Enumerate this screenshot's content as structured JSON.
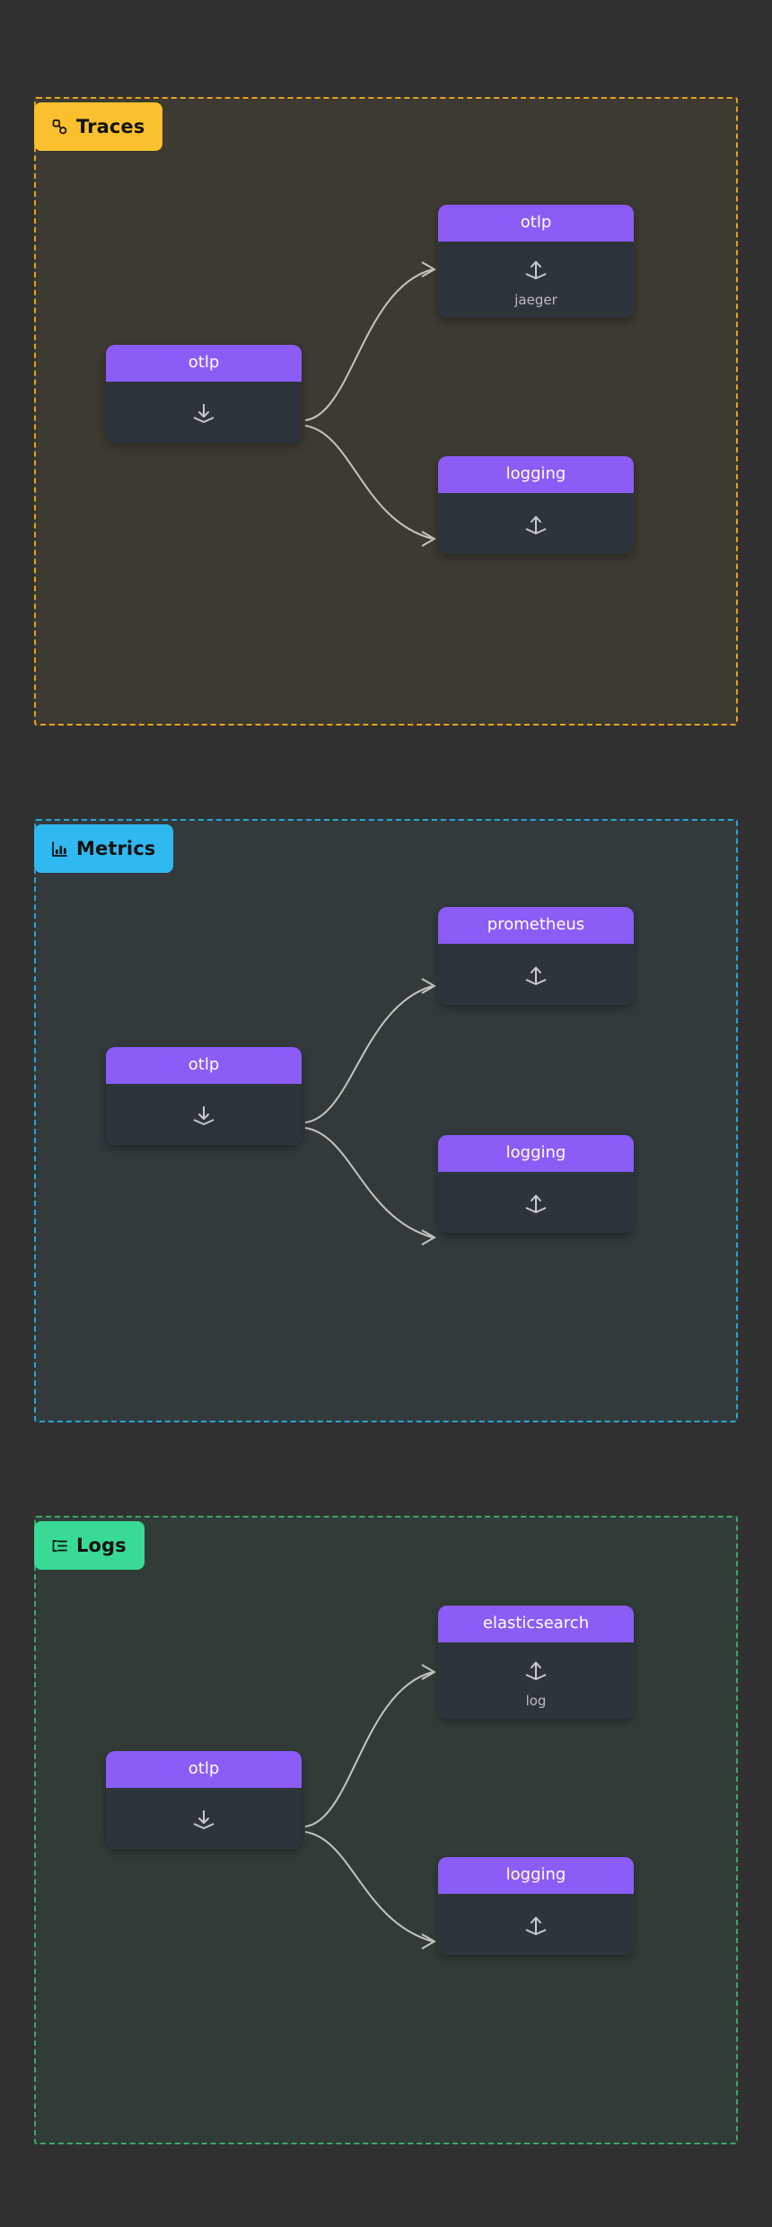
{
  "theme": {
    "page_background": "#303030",
    "node_header_color": "#8b5cf6",
    "node_body_color": "#2e343c",
    "edge_color": "#c4c4c0"
  },
  "pipelines": [
    {
      "id": "traces",
      "badge_label": "Traces",
      "badge_icon": "trace-nodes-icon",
      "badge_color": "#fbc02d",
      "border_color": "#e8a317",
      "fill_color": "#3c3a31",
      "receivers": [
        {
          "title": "otlp",
          "icon": "receiver-download-icon",
          "sublabel": ""
        }
      ],
      "exporters": [
        {
          "title": "otlp",
          "icon": "exporter-upload-icon",
          "sublabel": "jaeger"
        },
        {
          "title": "logging",
          "icon": "exporter-upload-icon",
          "sublabel": ""
        }
      ]
    },
    {
      "id": "metrics",
      "badge_label": "Metrics",
      "badge_icon": "bar-chart-icon",
      "badge_color": "#30b8f0",
      "border_color": "#2aa3d4",
      "fill_color": "#323a3c",
      "receivers": [
        {
          "title": "otlp",
          "icon": "receiver-download-icon",
          "sublabel": ""
        }
      ],
      "exporters": [
        {
          "title": "prometheus",
          "icon": "exporter-upload-icon",
          "sublabel": ""
        },
        {
          "title": "logging",
          "icon": "exporter-upload-icon",
          "sublabel": ""
        }
      ]
    },
    {
      "id": "logs",
      "badge_label": "Logs",
      "badge_icon": "log-list-icon",
      "badge_color": "#38da96",
      "border_color": "#3aa86a",
      "fill_color": "#323c37",
      "receivers": [
        {
          "title": "otlp",
          "icon": "receiver-download-icon",
          "sublabel": ""
        }
      ],
      "exporters": [
        {
          "title": "elasticsearch",
          "icon": "exporter-upload-icon",
          "sublabel": "log"
        },
        {
          "title": "logging",
          "icon": "exporter-upload-icon",
          "sublabel": ""
        }
      ]
    }
  ]
}
